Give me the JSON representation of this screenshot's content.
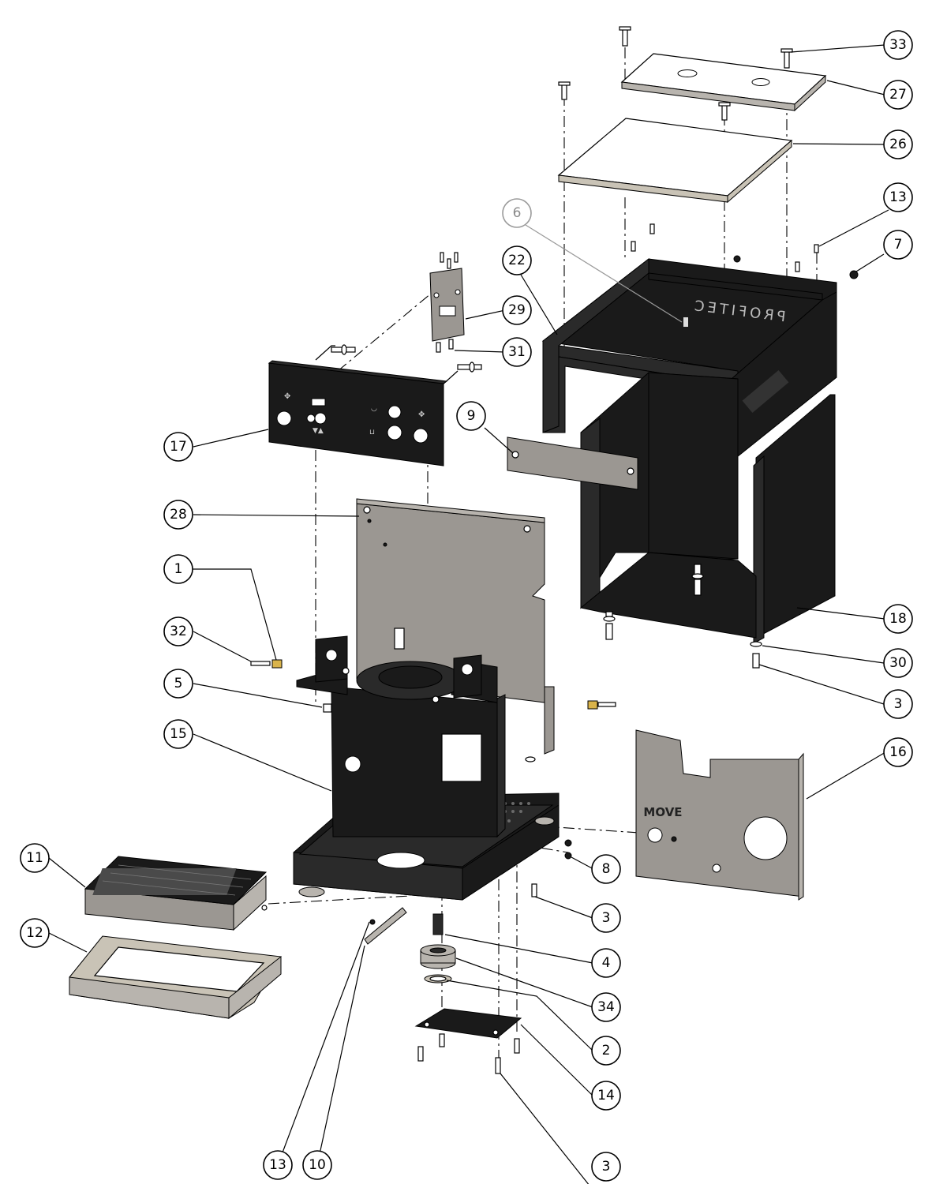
{
  "drawing": {
    "brand_text": "PROFITEC",
    "plate_text": "MOVE"
  },
  "callouts": [
    {
      "id": "33",
      "label": "33"
    },
    {
      "id": "27",
      "label": "27"
    },
    {
      "id": "26",
      "label": "26"
    },
    {
      "id": "13a",
      "label": "13"
    },
    {
      "id": "6",
      "label": "6",
      "muted": true
    },
    {
      "id": "22",
      "label": "22"
    },
    {
      "id": "7",
      "label": "7"
    },
    {
      "id": "29",
      "label": "29"
    },
    {
      "id": "31",
      "label": "31"
    },
    {
      "id": "9",
      "label": "9"
    },
    {
      "id": "17",
      "label": "17"
    },
    {
      "id": "28",
      "label": "28"
    },
    {
      "id": "1",
      "label": "1"
    },
    {
      "id": "18",
      "label": "18"
    },
    {
      "id": "32",
      "label": "32"
    },
    {
      "id": "30",
      "label": "30"
    },
    {
      "id": "5",
      "label": "5"
    },
    {
      "id": "3a",
      "label": "3"
    },
    {
      "id": "15",
      "label": "15"
    },
    {
      "id": "16",
      "label": "16"
    },
    {
      "id": "11",
      "label": "11"
    },
    {
      "id": "8",
      "label": "8"
    },
    {
      "id": "12",
      "label": "12"
    },
    {
      "id": "3b",
      "label": "3"
    },
    {
      "id": "4",
      "label": "4"
    },
    {
      "id": "34",
      "label": "34"
    },
    {
      "id": "2",
      "label": "2"
    },
    {
      "id": "14",
      "label": "14"
    },
    {
      "id": "13b",
      "label": "13"
    },
    {
      "id": "10",
      "label": "10"
    },
    {
      "id": "3c",
      "label": "3"
    }
  ]
}
